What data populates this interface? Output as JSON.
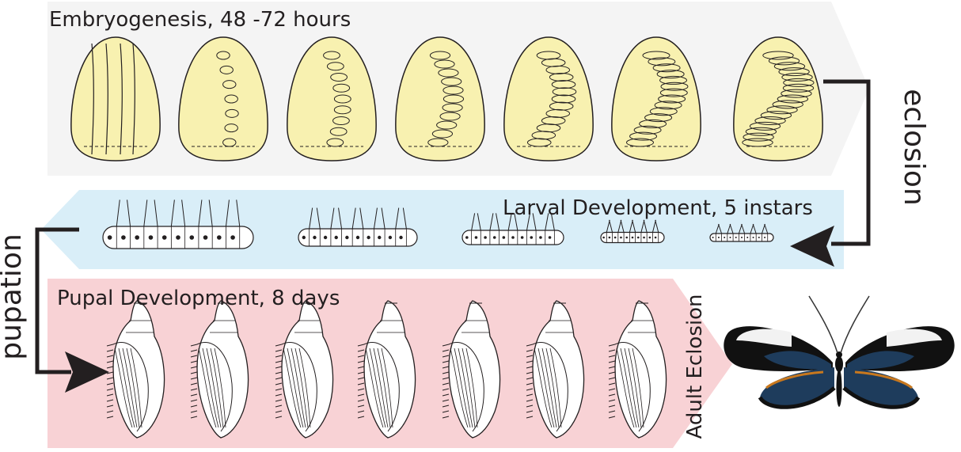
{
  "titles": {
    "embryogenesis": "Embryogenesis, 48 -72 hours",
    "larval": "Larval Development, 5 instars",
    "pupal": "Pupal Development, 8 days"
  },
  "transitions": {
    "eclosion": "eclosion",
    "pupation": "pupation",
    "adult_eclosion": "Adult Eclosion"
  },
  "colors": {
    "embryo_band": "#f4f4f4",
    "larval_band": "#d9eef8",
    "pupal_band": "#f8d2d5",
    "egg_fill": "#f8f1b0",
    "line": "#231f20",
    "wing_black": "#111111",
    "wing_blue": "#1e3c5c",
    "wing_white": "#f2f2f2",
    "wing_orange": "#c8781e"
  },
  "stages": {
    "embryo_count": 7,
    "larva_count": 5,
    "pupa_count": 7
  },
  "icons": [
    "eclosion-arrow-icon",
    "pupation-arrow-icon",
    "butterfly-image"
  ]
}
